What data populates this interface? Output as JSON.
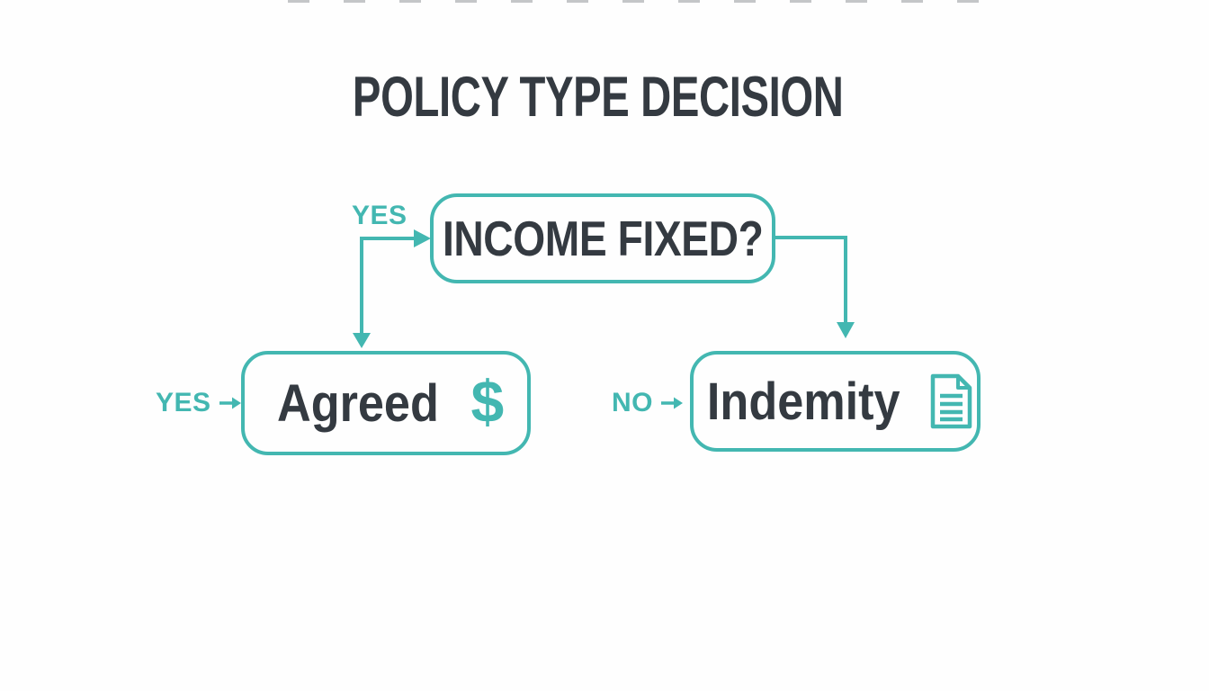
{
  "title": "POLICY TYPE DECISION",
  "nodes": {
    "decision": {
      "label": "INCOME FIXED?"
    },
    "agreed": {
      "label": "Agreed",
      "icon": "dollar-sign-icon",
      "icon_glyph": "$"
    },
    "indemity": {
      "label": "Indemity",
      "icon": "document-icon"
    }
  },
  "labels": {
    "yes_top": "YES",
    "yes_left": "YES",
    "no_right": "NO"
  },
  "colors": {
    "accent_teal": "#43b7b1",
    "text_dark": "#343a41",
    "background": "#fefefe"
  }
}
